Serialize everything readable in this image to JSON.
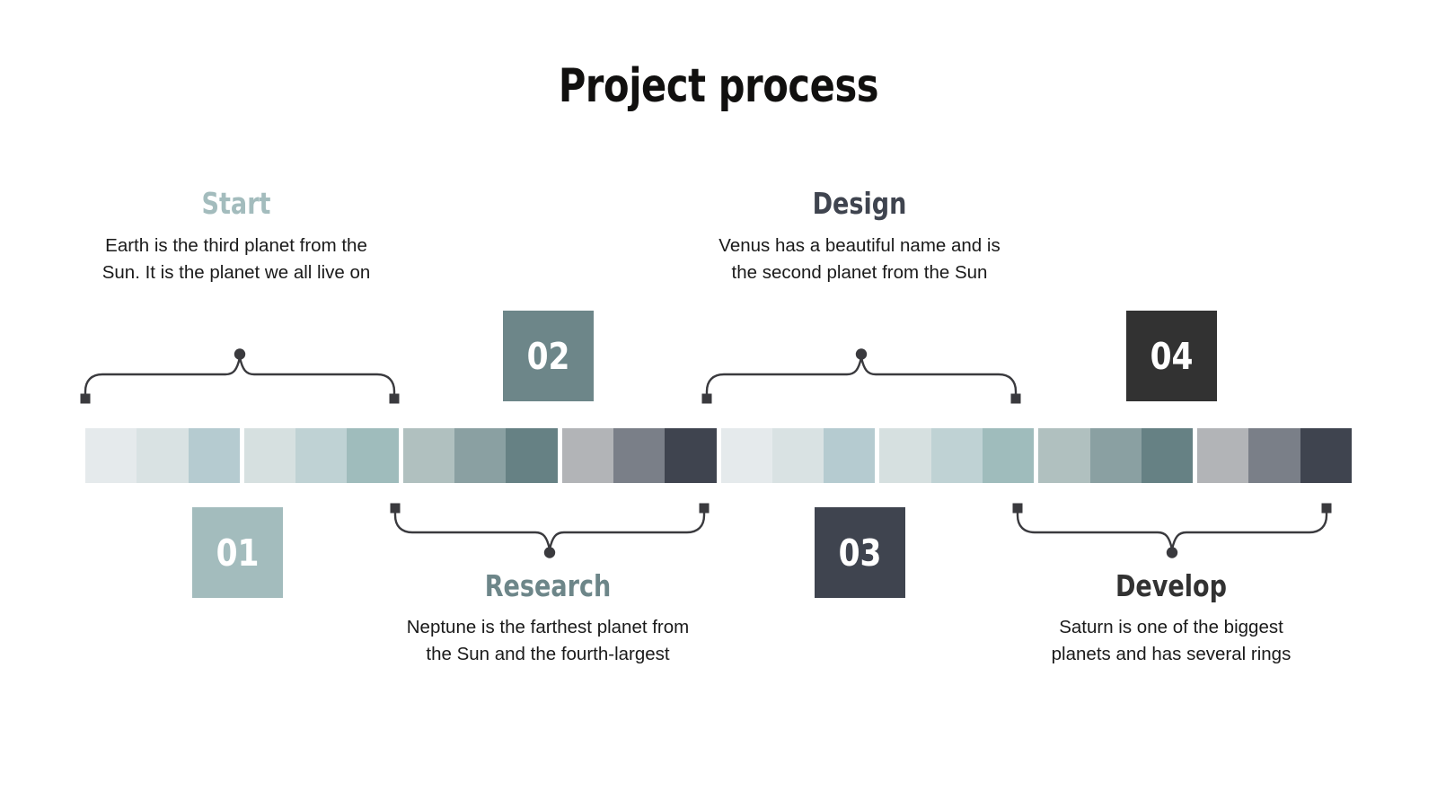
{
  "title": "Project process",
  "palette": {
    "brace_stroke": "#3a3a3e",
    "background": "#ffffff",
    "body_text": "#1a1a1a",
    "title_text": "#11100f"
  },
  "color_bar": {
    "groups": [
      {
        "name": "group-1",
        "swatches": [
          "#e5eaec",
          "#d9e2e3",
          "#b5cbd0"
        ]
      },
      {
        "name": "group-2",
        "swatches": [
          "#d6e0e0",
          "#bfd2d4",
          "#9fbcbc"
        ]
      },
      {
        "name": "group-3",
        "swatches": [
          "#b0c0bf",
          "#8aa0a2",
          "#668184"
        ]
      },
      {
        "name": "group-4",
        "swatches": [
          "#b2b4b7",
          "#7a7f88",
          "#3f444f"
        ]
      },
      {
        "name": "group-5",
        "swatches": [
          "#e5eaec",
          "#d9e2e3",
          "#b5cbd0"
        ]
      },
      {
        "name": "group-6",
        "swatches": [
          "#d6e0e0",
          "#bfd2d4",
          "#9fbcbc"
        ]
      },
      {
        "name": "group-7",
        "swatches": [
          "#b0c0bf",
          "#8aa0a2",
          "#668184"
        ]
      },
      {
        "name": "group-8",
        "swatches": [
          "#b2b4b7",
          "#7a7f88",
          "#3f444f"
        ]
      }
    ]
  },
  "steps": [
    {
      "number": "01",
      "heading": "Start",
      "body": "Earth is the third planet from the Sun. It is the planet we all live on",
      "color": "#a3bcbd",
      "position": "above"
    },
    {
      "number": "02",
      "heading": "Research",
      "body": "Neptune is the farthest planet from the Sun and the fourth-largest",
      "color": "#6d8689",
      "position": "below"
    },
    {
      "number": "03",
      "heading": "Design",
      "body": "Venus has a beautiful name and is the second planet from the Sun",
      "color": "#3f444f",
      "position": "above"
    },
    {
      "number": "04",
      "heading": "Develop",
      "body": "Saturn is one of the biggest planets and has several rings",
      "color": "#323232",
      "position": "below"
    }
  ]
}
